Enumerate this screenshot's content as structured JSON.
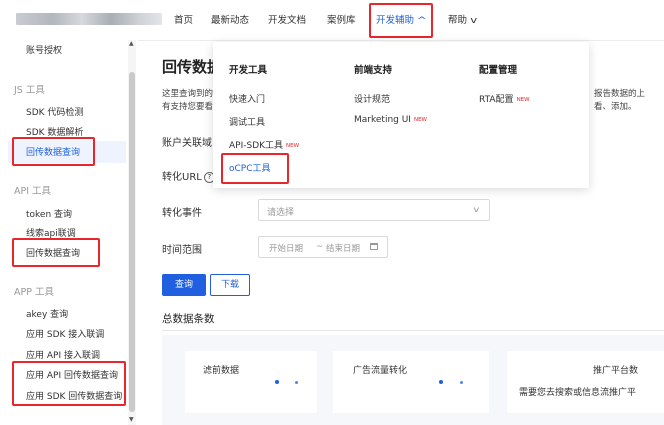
{
  "nav": {
    "items": [
      {
        "label": "首页"
      },
      {
        "label": "最新动态"
      },
      {
        "label": "开发文档"
      },
      {
        "label": "案例库"
      },
      {
        "label": "开发辅助",
        "active": true,
        "chevron": "^"
      },
      {
        "label": "帮助",
        "chevron": "v"
      }
    ]
  },
  "sidebar": {
    "items": [
      {
        "label": "账号授权"
      },
      {
        "group": "JS 工具"
      },
      {
        "label": "SDK 代码检测"
      },
      {
        "label": "SDK 数据解析"
      },
      {
        "label": "回传数据查询",
        "active": true
      },
      {
        "group": "API 工具"
      },
      {
        "label": "token 查询"
      },
      {
        "label": "线索api联调"
      },
      {
        "label": "回传数据查询"
      },
      {
        "group": "APP 工具"
      },
      {
        "label": "akey 查询"
      },
      {
        "label": "应用 SDK 接入联调"
      },
      {
        "label": "应用 API 接入联调"
      },
      {
        "label": "应用 API 回传数据查询"
      },
      {
        "label": "应用 SDK 回传数据查询"
      }
    ]
  },
  "main": {
    "title": "回传数据",
    "desc_line1": "这里查询到的",
    "desc_line2": "有支持您要看",
    "desc_right1": "报告数据的上",
    "desc_right2": "看、添加。",
    "form": {
      "account_label": "账户关联域",
      "url_label": "转化URL",
      "event_label": "转化事件",
      "event_placeholder": "请选择",
      "range_label": "时间范围",
      "start_placeholder": "开始日期",
      "separator": "~",
      "end_placeholder": "结束日期"
    },
    "query_button": "查询",
    "download_button": "下载",
    "section_title": "总数据条数",
    "cards": [
      {
        "label": "滤前数据"
      },
      {
        "label": "广告流量转化"
      },
      {
        "label": "推广平台数"
      }
    ],
    "card_note": "需要您去搜索或信息流推广平"
  },
  "dropdown": {
    "columns": [
      {
        "title": "开发工具",
        "items": [
          {
            "label": "快速入门"
          },
          {
            "label": "调试工具"
          },
          {
            "label": "API-SDK工具",
            "badge": "NEW"
          },
          {
            "label": "oCPC工具",
            "active": true
          }
        ]
      },
      {
        "title": "前端支持",
        "items": [
          {
            "label": "设计规范"
          },
          {
            "label": "Marketing UI",
            "badge": "NEW"
          }
        ]
      },
      {
        "title": "配置管理",
        "items": [
          {
            "label": "RTA配置",
            "badge": "NEW"
          }
        ]
      }
    ]
  },
  "colors": {
    "accent": "#1f5fe0",
    "annotation": "#e8262b",
    "new_badge": "#e8262b"
  }
}
